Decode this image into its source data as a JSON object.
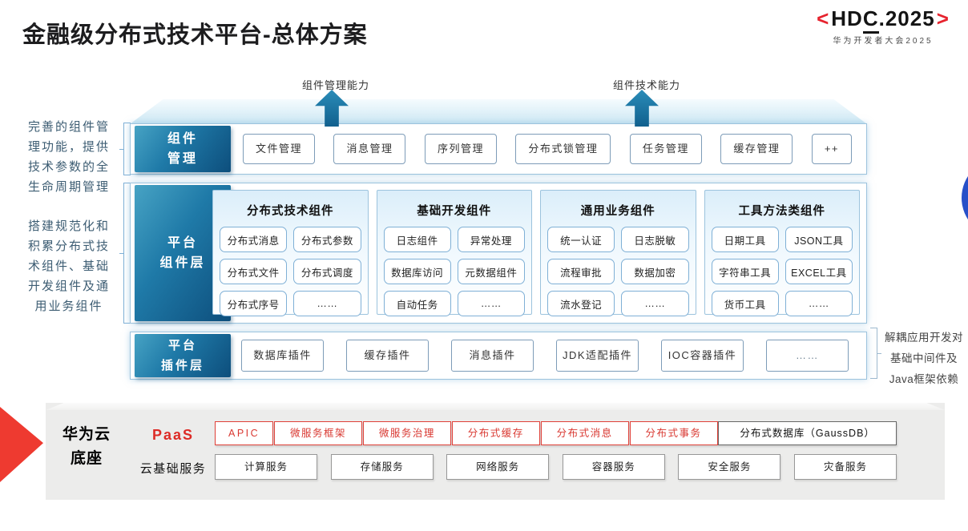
{
  "page": {
    "title": "金融级分布式技术平台-总体方案"
  },
  "logo": {
    "open_angle": "<",
    "name_part1": "HD",
    "name_part2": "C",
    "name_part3": ".2025",
    "close_angle": ">",
    "subtitle": "华为开发者大会2025"
  },
  "capability_arrows": [
    {
      "label": "组件管理能力"
    },
    {
      "label": "组件技术能力"
    }
  ],
  "left_notes": {
    "note1_lines": [
      "完善的组件管",
      "理功能，提供",
      "技术参数的全",
      "生命周期管理"
    ],
    "note2_lines": [
      "搭建规范化和",
      "积累分布式技",
      "术组件、基础",
      "开发组件及通",
      "用业务组件"
    ]
  },
  "right_note": {
    "lines": [
      "解耦应用开发对",
      "基础中间件及",
      "Java框架依赖"
    ]
  },
  "rows": {
    "component_mgmt": {
      "label_lines": [
        "组件",
        "管理"
      ],
      "items": [
        "文件管理",
        "消息管理",
        "序列管理",
        "分布式锁管理",
        "任务管理",
        "缓存管理",
        "++"
      ]
    },
    "platform_components": {
      "label_lines": [
        "平台",
        "组件层"
      ],
      "groups": [
        {
          "title": "分布式技术组件",
          "cells": [
            "分布式消息",
            "分布式参数",
            "分布式文件",
            "分布式调度",
            "分布式序号",
            "……"
          ]
        },
        {
          "title": "基础开发组件",
          "cells": [
            "日志组件",
            "异常处理",
            "数据库访问",
            "元数据组件",
            "自动任务",
            "……"
          ]
        },
        {
          "title": "通用业务组件",
          "cells": [
            "统一认证",
            "日志脱敏",
            "流程审批",
            "数据加密",
            "流水登记",
            "……"
          ]
        },
        {
          "title": "工具方法类组件",
          "cells": [
            "日期工具",
            "JSON工具",
            "字符串工具",
            "EXCEL工具",
            "货币工具",
            "……"
          ]
        }
      ]
    },
    "platform_plugins": {
      "label_lines": [
        "平台",
        "插件层"
      ],
      "items": [
        "数据库插件",
        "缓存插件",
        "消息插件",
        "JDK适配插件",
        "IOC容器插件",
        "……"
      ]
    }
  },
  "foundation": {
    "label_lines": [
      "华为云",
      "底座"
    ],
    "paas": {
      "label": "PaaS",
      "items": [
        "APIC",
        "微服务框架",
        "微服务治理",
        "分布式缓存",
        "分布式消息",
        "分布式事务"
      ],
      "db_item": "分布式数据库（GaussDB）"
    },
    "iaas": {
      "label": "云基础服务",
      "items": [
        "计算服务",
        "存储服务",
        "网络服务",
        "容器服务",
        "安全服务",
        "灾备服务"
      ]
    }
  },
  "colors": {
    "brand_red": "#e6232e",
    "layer_teal_light": "#47a3c4",
    "layer_teal_dark": "#0d4e7c",
    "arrow_blue": "#11608e",
    "circle_blue": "#2750c8",
    "panel_gray": "#ececeb"
  }
}
